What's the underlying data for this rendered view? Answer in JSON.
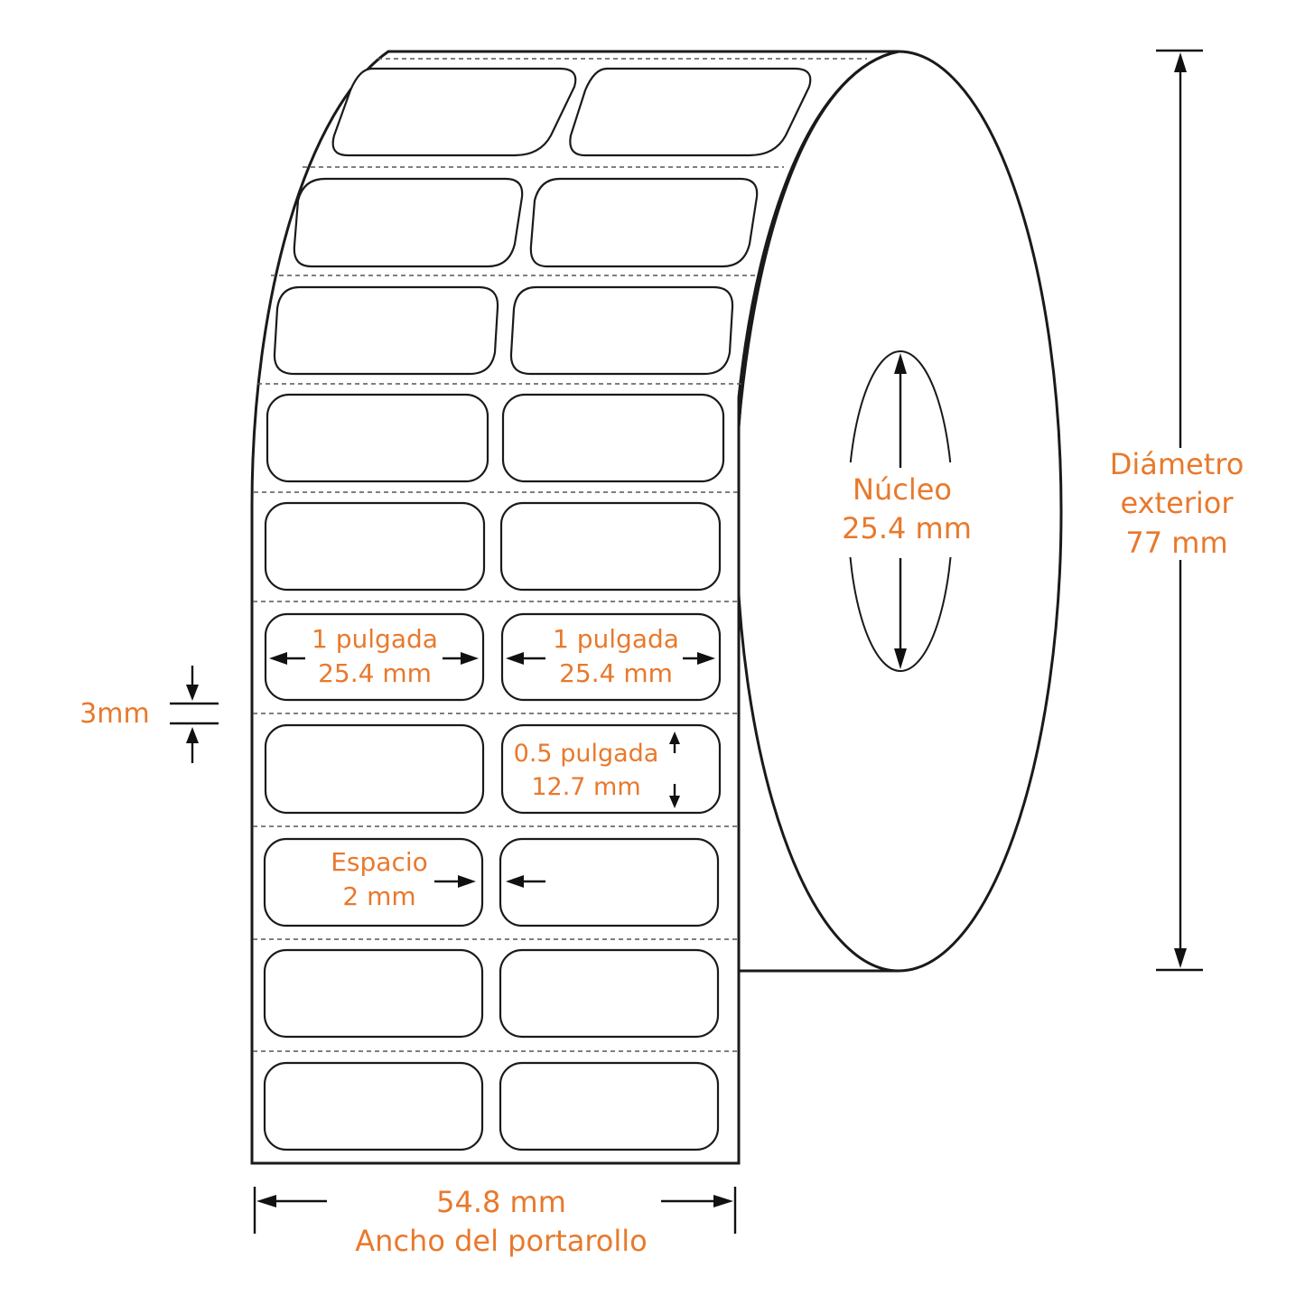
{
  "title": "Label roll dimensions",
  "accent_color": "#e8792c",
  "outline_color": "#1a1a1a",
  "labels_per_row": 2,
  "visible_label_rows": 10,
  "annotations": {
    "label_width": {
      "line1": "1 pulgada",
      "line2": "25.4 mm"
    },
    "label_width_right": {
      "line1": "1 pulgada",
      "line2": "25.4 mm"
    },
    "label_height": {
      "line1": "0.5 pulgada",
      "line2": "12.7 mm"
    },
    "gap": {
      "line1": "Espacio",
      "line2": "2 mm"
    },
    "row_gap": {
      "text": "3mm"
    },
    "core": {
      "line1": "Núcleo",
      "line2": "25.4 mm"
    },
    "outer_diameter": {
      "line1": "Diámetro",
      "line2": "exterior",
      "line3": "77 mm"
    },
    "roll_width": {
      "line1": "54.8 mm",
      "line2": "Ancho del portarollo"
    }
  }
}
